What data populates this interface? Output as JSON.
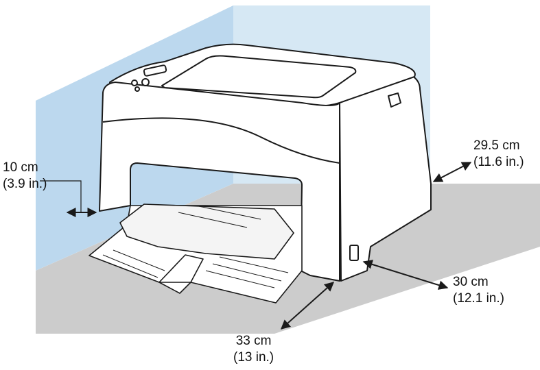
{
  "colors": {
    "wall": "#d6e8f4",
    "wall_left_edge": "#bcd8ee",
    "floor": "#cccccc",
    "printer_body": "#ffffff",
    "outline": "#1a1a1a"
  },
  "clearances": {
    "left": {
      "metric": "10 cm",
      "imperial": "(3.9 in.)"
    },
    "right": {
      "metric": "29.5 cm",
      "imperial": "(11.6 in.)"
    },
    "back": {
      "metric": "30 cm",
      "imperial": "(12.1 in.)"
    },
    "front": {
      "metric": "33 cm",
      "imperial": "(13 in.)"
    }
  }
}
